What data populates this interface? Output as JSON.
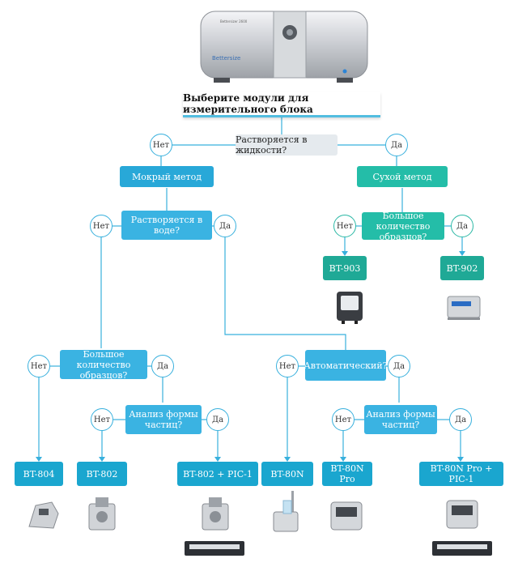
{
  "title": "Выберите модули для измерительного блока",
  "top_device_brand": "Bettersize",
  "top_device_model": "Bettersizer 2600",
  "questions": {
    "dissolve_liquid": "Растворяется в жидкости?",
    "dissolve_water": "Растворяется в воде?",
    "many_samples_dry": "Большое количество образцов?",
    "many_samples_wet": "Большое количество образцов?",
    "shape_analysis_left": "Анализ формы частиц?",
    "automatic": "Автоматический?",
    "shape_analysis_right": "Анализ формы частиц?"
  },
  "answers": {
    "no": "Нет",
    "yes": "Да"
  },
  "methods": {
    "wet": "Мокрый метод",
    "dry": "Сухой метод"
  },
  "results": {
    "bt903": "BT-903",
    "bt902": "BT-902",
    "bt804": "BT-804",
    "bt802": "BT-802",
    "bt802pic": "BT-802 + PIC-1",
    "bt80n": "BT-80N",
    "bt80npro": "BT-80N Pro",
    "bt80npropic": "BT-80N Pro + PIC-1"
  },
  "colors": {
    "blue": "#3ab3e2",
    "teal": "#24bda8",
    "line": "#38b0dd",
    "grey_box": "#e5eaee"
  }
}
